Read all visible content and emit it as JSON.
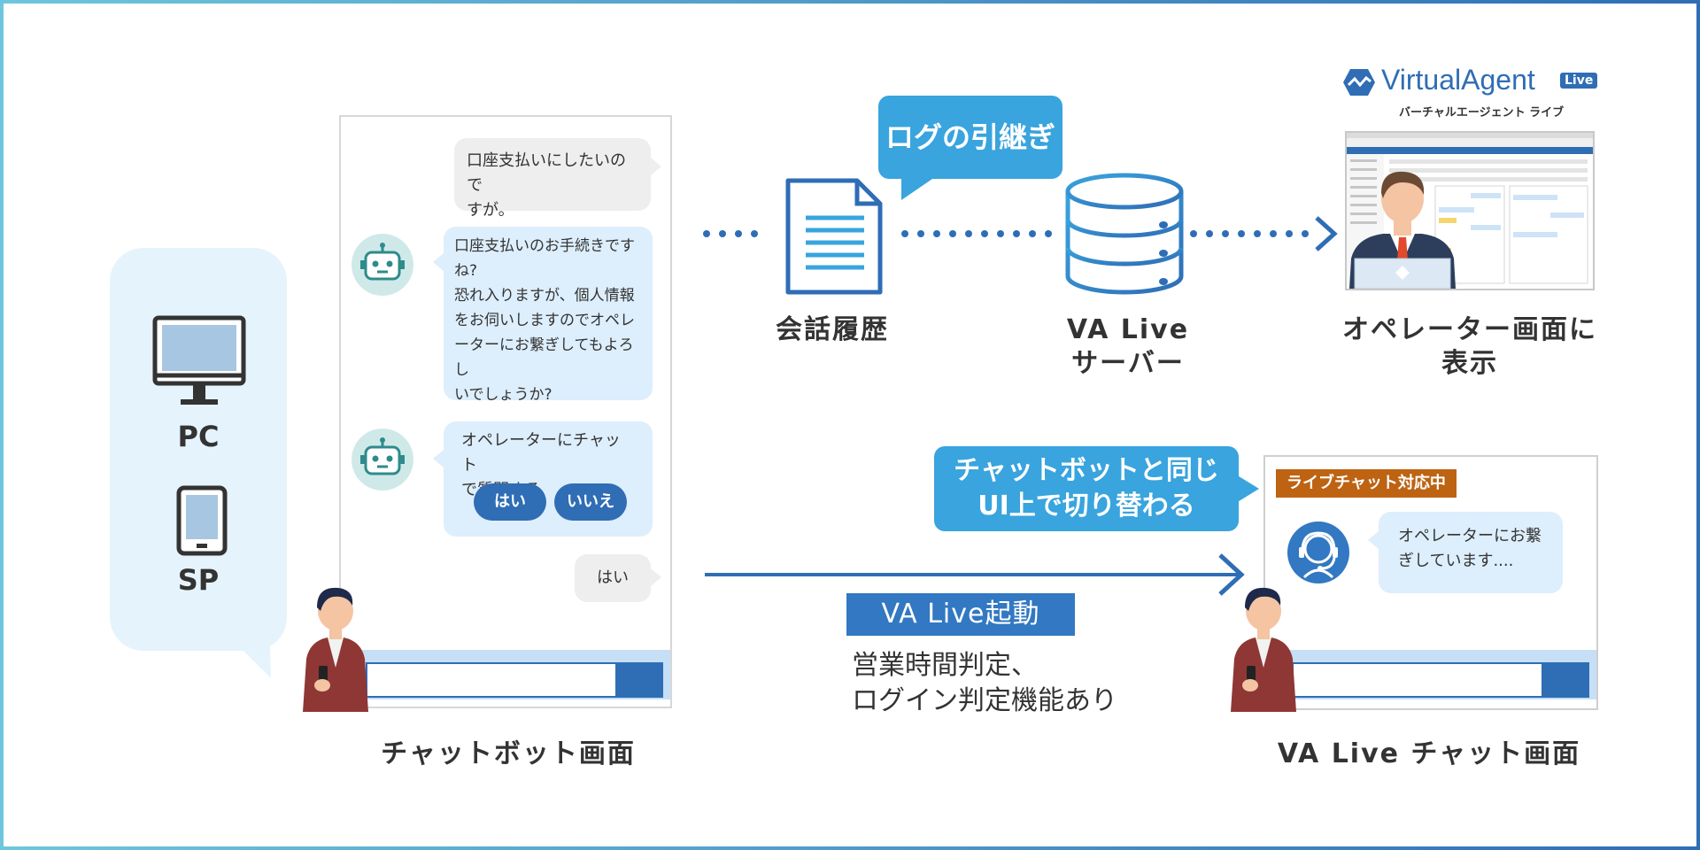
{
  "devices": {
    "pc_label": "PC",
    "sp_label": "SP"
  },
  "chatbot": {
    "msg1": [
      "口座支払いにしたいので",
      "すが。"
    ],
    "msg2": [
      "口座支払いのお手続きです",
      "ね?",
      "恐れ入りますが、個人情報",
      "をお伺いしますのでオペレ",
      "ーターにお繋ぎしてもよろし",
      "いでしょうか?"
    ],
    "msg3": [
      "オペレーターにチャット",
      "で質問する"
    ],
    "yes_button": "はい",
    "no_button": "いいえ",
    "reply": "はい",
    "caption": "チャットボット画面"
  },
  "flow": {
    "callout_log": "ログの引継ぎ",
    "history_label": "会話履歴",
    "server_label": [
      "VA Live",
      "サーバー"
    ],
    "operator_label": [
      "オペレーター画面に",
      "表示"
    ]
  },
  "logo": {
    "main": "VirtualAgent",
    "badge": "Live",
    "sub": "バーチャルエージェント ライブ"
  },
  "switch": {
    "callout": [
      "チャットボットと同じ",
      "UI上で切り替わる"
    ],
    "va_badge": "VA Live起動",
    "note": [
      "営業時間判定、",
      "ログイン判定機能あり"
    ]
  },
  "live_chat": {
    "status_badge": "ライブチャット対応中",
    "message": [
      "オペレーターにお繋",
      "ぎしています...."
    ],
    "caption": "VA Live チャット画面"
  },
  "colors": {
    "primary": "#2f6db5",
    "light": "#39a4de",
    "panel": "#e5f3fc",
    "badge_orange": "#bd6312"
  }
}
